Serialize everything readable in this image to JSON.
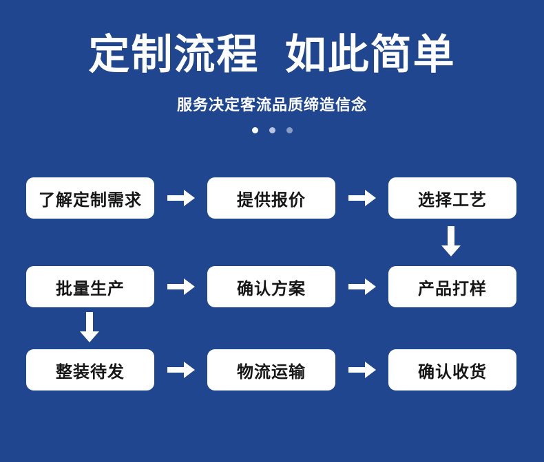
{
  "header": {
    "title": "定制流程  如此简单",
    "subtitle": "服务决定客流品质缔造信念",
    "dots": [
      "dot-active",
      "dot-inactive-1",
      "dot-inactive-2"
    ]
  },
  "colors": {
    "background": "#20468f",
    "box_background": "#ffffff",
    "box_text": "#161616",
    "arrow": "#ffffff",
    "title_text": "#ffffff"
  },
  "flow": {
    "rows": [
      {
        "direction": "left-to-right",
        "steps": [
          {
            "label": "了解定制需求"
          },
          {
            "label": "提供报价"
          },
          {
            "label": "选择工艺"
          }
        ]
      },
      {
        "direction": "right-to-left",
        "steps": [
          {
            "label": "批量生产"
          },
          {
            "label": "确认方案"
          },
          {
            "label": "产品打样"
          }
        ]
      },
      {
        "direction": "left-to-right",
        "steps": [
          {
            "label": "整装待发"
          },
          {
            "label": "物流运输"
          },
          {
            "label": "确认收货"
          }
        ]
      }
    ],
    "connectors": [
      {
        "name": "arrow-right-row1-1",
        "glyph": "arrow-right-icon"
      },
      {
        "name": "arrow-right-row1-2",
        "glyph": "arrow-right-icon"
      },
      {
        "name": "arrow-down-right",
        "glyph": "arrow-down-icon"
      },
      {
        "name": "arrow-right-row2-1",
        "glyph": "arrow-right-icon"
      },
      {
        "name": "arrow-right-row2-2",
        "glyph": "arrow-right-icon"
      },
      {
        "name": "arrow-down-left",
        "glyph": "arrow-down-icon"
      },
      {
        "name": "arrow-right-row3-1",
        "glyph": "arrow-right-icon"
      },
      {
        "name": "arrow-right-row3-2",
        "glyph": "arrow-right-icon"
      }
    ]
  }
}
